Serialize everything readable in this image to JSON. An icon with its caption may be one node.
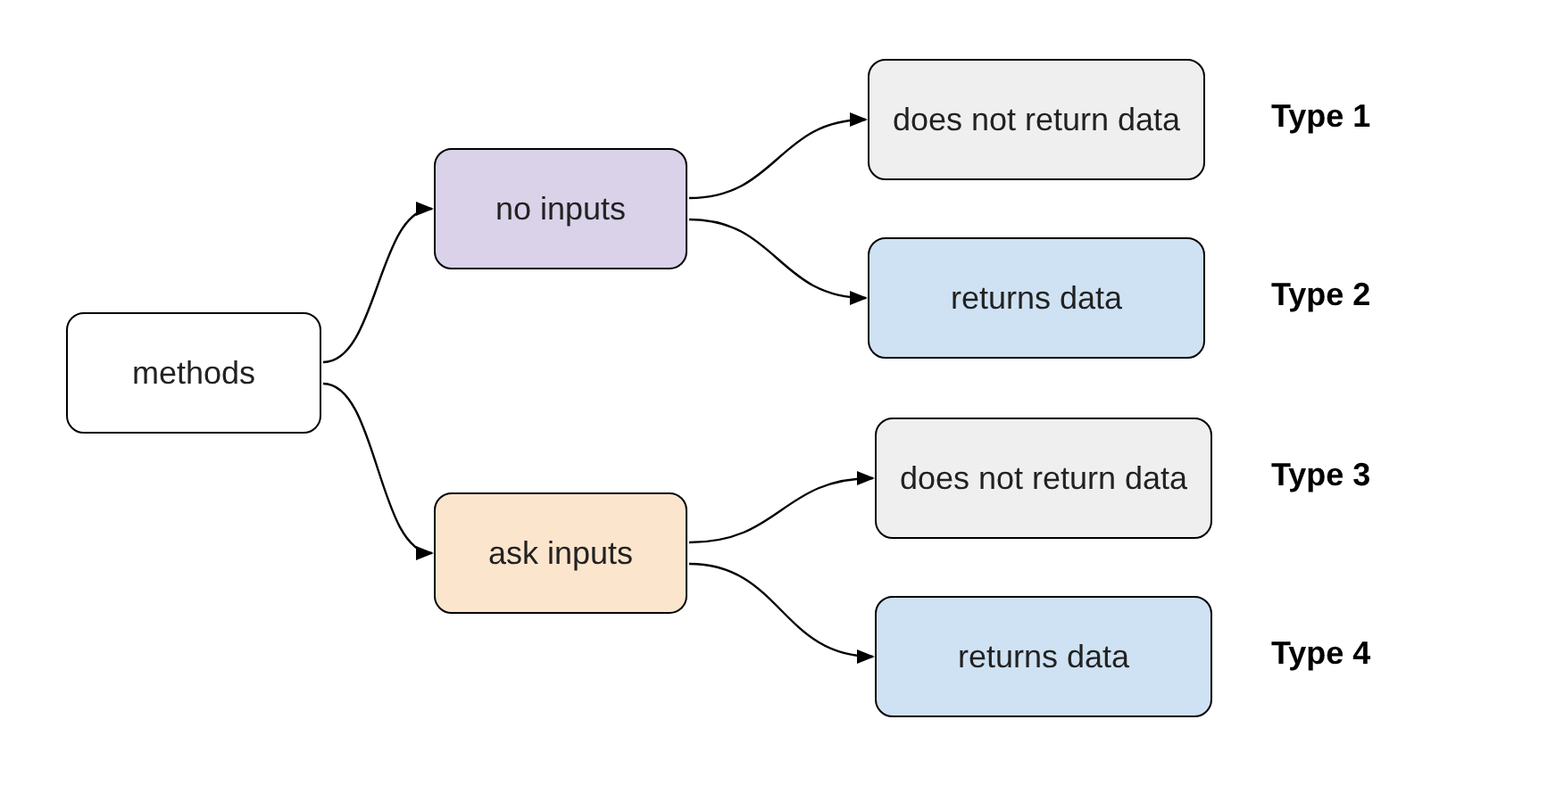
{
  "diagram": {
    "nodes": [
      {
        "text": [
          "methods"
        ]
      },
      {
        "text": [
          "no inputs"
        ]
      },
      {
        "text": [
          "ask inputs"
        ]
      },
      {
        "text": [
          "does not return data"
        ],
        "beside": [
          "Type 1"
        ]
      },
      {
        "text": [
          "returns data"
        ],
        "beside": [
          "Type 2"
        ]
      },
      {
        "text": [
          "does not return data"
        ],
        "beside": [
          "Type 3"
        ]
      },
      {
        "text": [
          "returns data"
        ],
        "beside": [
          "Type 4"
        ]
      }
    ],
    "edges": [
      {
        "from": 0,
        "to": 1,
        "arrow": "to"
      },
      {
        "from": 0,
        "to": 2,
        "arrow": "to"
      },
      {
        "from": 1,
        "to": 3,
        "arrow": "to"
      },
      {
        "from": 1,
        "to": 4,
        "arrow": "to"
      },
      {
        "from": 2,
        "to": 5,
        "arrow": "to"
      },
      {
        "from": 2,
        "to": 6,
        "arrow": "to"
      }
    ]
  }
}
